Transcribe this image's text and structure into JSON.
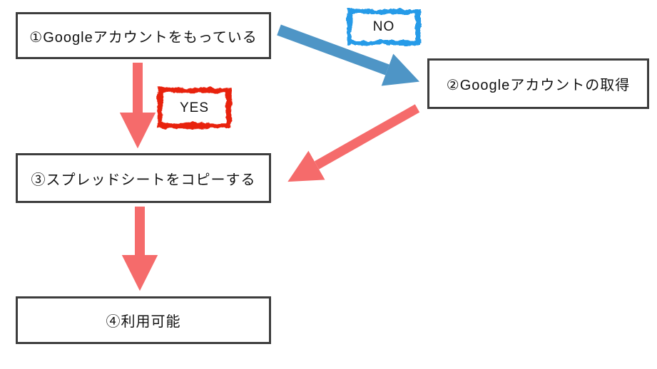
{
  "diagram": {
    "title_hint": "Google spreadsheet usage flowchart",
    "boxes": [
      {
        "id": "step1",
        "label": "①Googleアカウントをもっている"
      },
      {
        "id": "step2",
        "label": "②Googleアカウントの取得"
      },
      {
        "id": "step3",
        "label": "③スプレッドシートをコピーする"
      },
      {
        "id": "step4",
        "label": "④利用可能"
      }
    ],
    "labels": {
      "yes": "YES",
      "no": "NO"
    },
    "arrows": [
      {
        "from": "step1",
        "to": "step3",
        "label": "YES",
        "color": "#F56B6B"
      },
      {
        "from": "step1",
        "to": "step2",
        "label": "NO",
        "color": "#4E95C6"
      },
      {
        "from": "step2",
        "to": "step3",
        "label": "",
        "color": "#F56B6B"
      },
      {
        "from": "step3",
        "to": "step4",
        "label": "",
        "color": "#F56B6B"
      }
    ],
    "colors": {
      "box_border": "#3D3D3D",
      "arrow_red": "#F56B6B",
      "arrow_blue": "#4E95C6",
      "yes_border": "#E8230E",
      "no_border": "#289BE8",
      "text": "#111111",
      "bg": "#ffffff"
    }
  }
}
